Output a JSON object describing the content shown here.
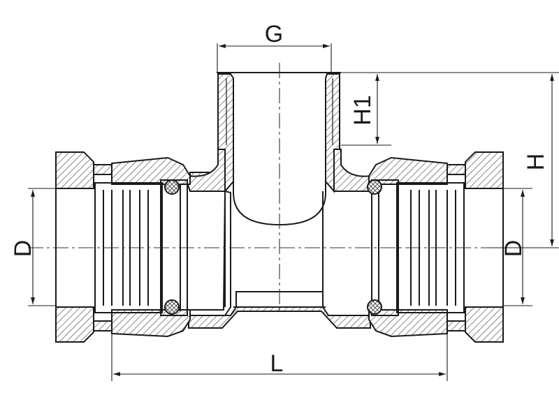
{
  "drawing": {
    "dimension_labels": {
      "G": "G",
      "H1": "H1",
      "H": "H",
      "D_left": "D",
      "D_right": "D",
      "L": "L"
    },
    "colors": {
      "line": "#1a1a1a",
      "hatch": "#555555",
      "centerline": "#333333",
      "background": "#ffffff"
    }
  }
}
